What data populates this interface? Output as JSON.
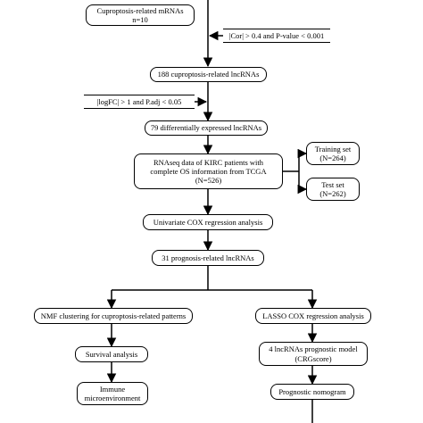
{
  "nodes": {
    "cuproptosis_mrnas": [
      "Cuproptosis-related mRNAs",
      "n=10"
    ],
    "lncrnas_188": [
      "188 cuproptosis-related lncRNAs"
    ],
    "degs_79": [
      "79 differentially expressed lncRNAs"
    ],
    "rnaseq": [
      "RNAseq data of  KIRC patients with",
      "complete OS information from TCGA",
      "(N=526)"
    ],
    "training_set": [
      "Training set",
      "(N=264)"
    ],
    "test_set": [
      "Test set",
      "(N=262)"
    ],
    "univariate_cox": [
      "Univariate COX regression analysis"
    ],
    "prognosis_31": [
      "31 prognosis-related lncRNAs"
    ],
    "nmf": [
      "NMF clustering for cuproptosis-related patterns"
    ],
    "lasso": [
      "LASSO COX regression analysis"
    ],
    "survival": [
      "Survival analysis"
    ],
    "model": [
      "4 lncRNAs prognostic model",
      "(CRGscore)"
    ],
    "immune": [
      "Immune",
      "microenvironment"
    ],
    "nomogram": [
      "Prognostic nomogram"
    ]
  },
  "filters": {
    "correlation": "|Cor| > 0.4 and P-value < 0.001",
    "foldchange": "|logFC| > 1 and P.adj < 0.05"
  }
}
